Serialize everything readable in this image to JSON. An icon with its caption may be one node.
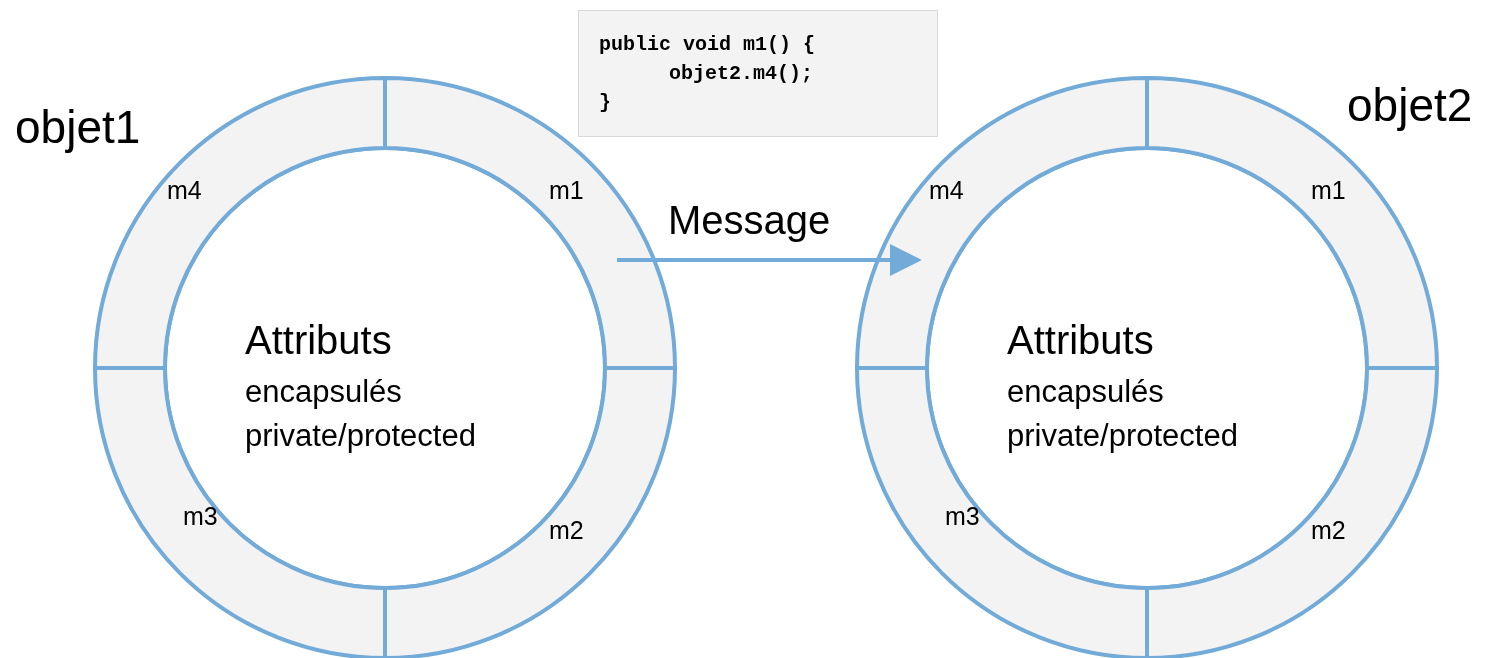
{
  "diagram": {
    "nodes": [
      {
        "text": [
          "objet1"
        ]
      },
      {
        "text": [
          "m4"
        ],
        "in": 0
      },
      {
        "text": [
          "m1"
        ],
        "in": 0
      },
      {
        "text": [
          "m3"
        ],
        "in": 0
      },
      {
        "text": [
          "m2"
        ],
        "in": 0
      },
      {
        "text": [
          "Attributs",
          "encapsulés private/protected"
        ],
        "in": 0
      },
      {
        "text": [
          "public void m1() {",
          "objet2.m4();",
          "}"
        ]
      },
      {
        "text": [
          "objet2"
        ]
      },
      {
        "text": [
          "m4"
        ],
        "in": 7
      },
      {
        "text": [
          "m1"
        ],
        "in": 7
      },
      {
        "text": [
          "m3"
        ],
        "in": 7
      },
      {
        "text": [
          "m2"
        ],
        "in": 7
      },
      {
        "text": [
          "Attributs",
          "encapsulés private/protected"
        ],
        "in": 7
      }
    ],
    "edges": [
      {
        "from": 2,
        "to": 8,
        "arrow": "to",
        "label": "Message"
      }
    ]
  }
}
